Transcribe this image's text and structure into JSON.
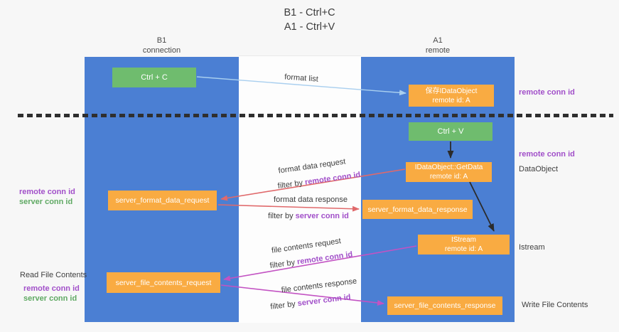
{
  "title": {
    "line1": "B1 - Ctrl+C",
    "line2": "A1 - Ctrl+V"
  },
  "lanes": {
    "left": {
      "title": "B1",
      "subtitle": "connection"
    },
    "right": {
      "title": "A1",
      "subtitle": "remote"
    }
  },
  "boxes": {
    "ctrl_c": {
      "label": "Ctrl + C"
    },
    "ctrl_v": {
      "label": "Ctrl + V"
    },
    "store_idataobject": {
      "line1": "保存IDataObject",
      "line2": "remote id: A"
    },
    "idataobject_getdata": {
      "line1": "IDataObject::GetData",
      "line2": "remote id: A"
    },
    "istream": {
      "line1": "IStream",
      "line2": "remote id: A"
    },
    "server_format_data_request": {
      "label": "server_format_data_request"
    },
    "server_format_data_response": {
      "label": "server_format_data_response"
    },
    "server_file_contents_request": {
      "label": "server_file_contents_request"
    },
    "server_file_contents_response": {
      "label": "server_file_contents_response"
    }
  },
  "flow_labels": {
    "format_list": "format list",
    "format_data_request": "format data request",
    "format_data_response": "format data response",
    "file_contents_request": "file contents request",
    "file_contents_response": "file contents response",
    "filter_by": "filter by",
    "remote_conn_id": "remote conn id",
    "server_conn_id": "server conn id"
  },
  "side_labels": {
    "left_top": {
      "remote": "remote conn id",
      "server": "server conn id"
    },
    "left_bottom": {
      "title": "Read File Contents",
      "remote": "remote conn id",
      "server": "server conn id"
    },
    "right": {
      "remote_conn_id_1": "remote conn id",
      "remote_conn_id_2": "remote conn id",
      "dataobject": "DataObject",
      "istream": "Istream",
      "write_file_contents": "Write File Contents"
    }
  },
  "colors": {
    "lane_blue": "#4b7fd3",
    "box_green": "#6fbc6e",
    "box_orange": "#f9ab42",
    "arrow_blue": "#a9cfef",
    "arrow_red": "#e0696b",
    "arrow_magenta": "#c353c3",
    "arrow_black": "#2b2b2b",
    "text_purple": "#a14fc9",
    "text_green": "#5fa963",
    "dash": "#2f2f2f"
  }
}
